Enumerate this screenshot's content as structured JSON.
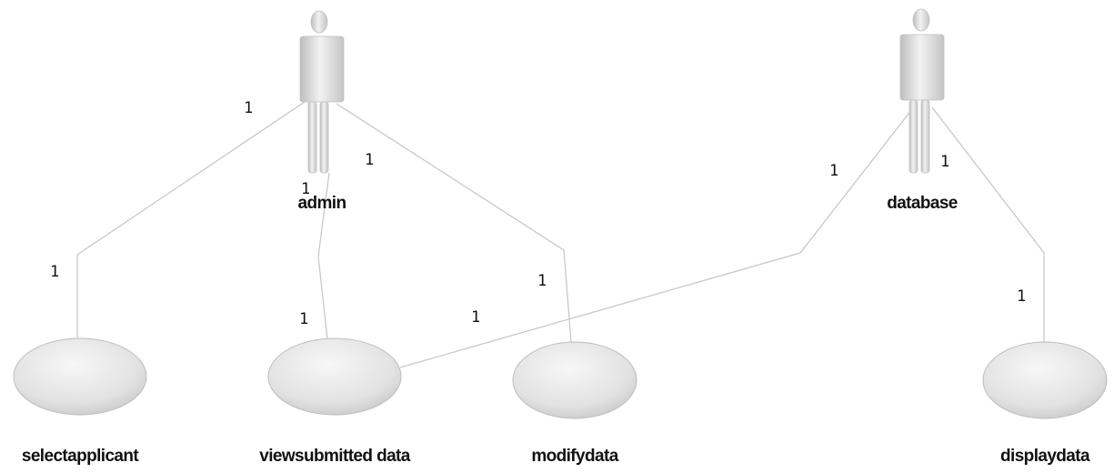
{
  "actors": [
    {
      "id": "admin",
      "label": "admin"
    },
    {
      "id": "database",
      "label": "database"
    }
  ],
  "use_cases": [
    {
      "id": "selectapplicant",
      "label": "selectapplicant"
    },
    {
      "id": "viewsubmitted",
      "label": "viewsubmitted data"
    },
    {
      "id": "modifydata",
      "label": "modifydata"
    },
    {
      "id": "displaydata",
      "label": "displaydata"
    }
  ],
  "associations": [
    {
      "from": "admin",
      "to": "selectapplicant",
      "from_mult": "1",
      "to_mult": "1"
    },
    {
      "from": "admin",
      "to": "viewsubmitted",
      "from_mult": "1",
      "to_mult": "1"
    },
    {
      "from": "admin",
      "to": "modifydata",
      "from_mult": "1",
      "to_mult": "1"
    },
    {
      "from": "database",
      "to": "viewsubmitted",
      "from_mult": "1",
      "to_mult": "1"
    },
    {
      "from": "database",
      "to": "displaydata",
      "from_mult": "1",
      "to_mult": "1"
    }
  ],
  "colors": {
    "actor_fill_light": "#f2f2f2",
    "actor_fill_dark": "#bdbdbd",
    "usecase_fill_light": "#f7f7f7",
    "usecase_fill_dark": "#c9c9c9",
    "line": "#c8c8c8",
    "text": "#111111"
  }
}
